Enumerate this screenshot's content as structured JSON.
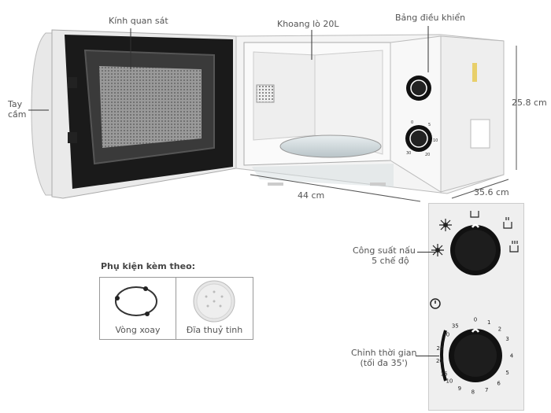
{
  "labels": {
    "window": "Kính quan sát",
    "cavity": "Khoang lò 20L",
    "control_panel": "Bảng điều khiển",
    "handle_line1": "Tay",
    "handle_line2": "cầm",
    "width": "44 cm",
    "height": "25.8 cm",
    "depth": "35.6 cm",
    "power_line1": "Công suất nấu",
    "power_line2": "5 chế độ",
    "timer_line1": "Chỉnh thời gian",
    "timer_line2": "(tối đa 35')"
  },
  "accessories": {
    "title": "Phụ kiện kèm theo:",
    "items": [
      {
        "caption": "Vòng xoay"
      },
      {
        "caption": "Đĩa thuỷ tinh"
      }
    ]
  },
  "timer_ticks": [
    "0",
    "1",
    "2",
    "3",
    "4",
    "5",
    "6",
    "7",
    "8",
    "9",
    "10",
    "15",
    "20",
    "25",
    "30",
    "35"
  ],
  "colors": {
    "knob": "#111111",
    "panel": "#f0f0f0",
    "body": "#f4f4f4",
    "door": "#1a1a1a"
  }
}
